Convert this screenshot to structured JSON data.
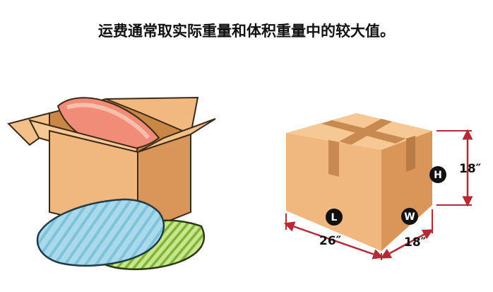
{
  "caption": "运费通常取实际重量和体积重量中的较大值。",
  "colors": {
    "box_front": "#f0b77e",
    "box_side": "#d99658",
    "box_top": "#f6c893",
    "tape": "#c98a52",
    "dimension_line": "#b52a35",
    "badge": "#111111",
    "blue_pillow": "#a9d9ea",
    "green_pillow": "#b6db6a",
    "pink_pillow": "#f08c78"
  },
  "diagram": {
    "left_illustration": "open-box-with-pillows",
    "right_illustration": "closed-box-dimensions",
    "dimensions": {
      "length": {
        "badge": "L",
        "value": "26″"
      },
      "width": {
        "badge": "W",
        "value": "18″"
      },
      "height": {
        "badge": "H",
        "value": "18″"
      }
    }
  }
}
